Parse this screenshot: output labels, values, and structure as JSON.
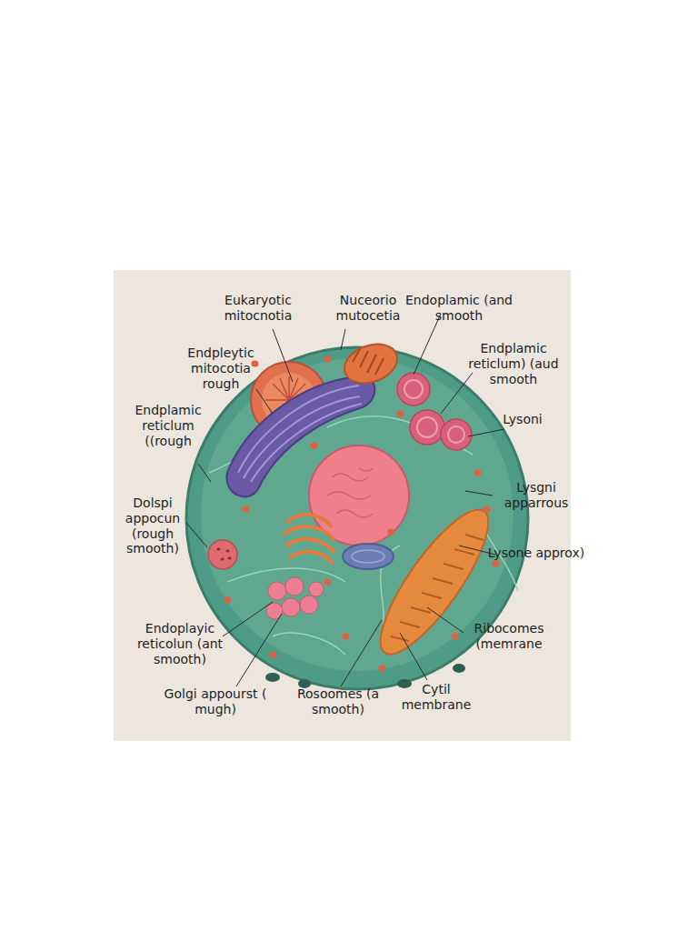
{
  "diagram": {
    "labels": [
      "Eukaryotic mitocnotia",
      "Nuceorio mutocetia",
      "Endoplamic (and smooth",
      "Endpleytic mitocotia rough",
      "Endplamic reticlum) (aud smooth",
      "Endplamic reticlum ((rough",
      "Lysoni",
      "Lysgni apparrous",
      "Dolspi appocun (rough smooth)",
      "Lysone approx)",
      "Endoplayic reticolun (ant smooth)",
      "Ribocomes (memrane",
      "Golgi appourst ( mugh)",
      "Rosoomes (a smooth)",
      "Cytil membrane"
    ]
  }
}
